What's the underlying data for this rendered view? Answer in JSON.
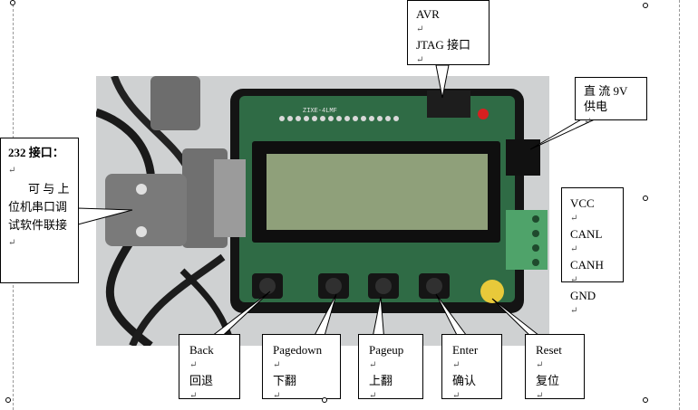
{
  "callouts": {
    "avr": {
      "line1": "AVR",
      "line2": "JTAG 接口"
    },
    "power": {
      "line1": "直 流  9V",
      "line2": "供电"
    },
    "port232": {
      "title": "232 接口：",
      "line2": "可 与 上",
      "line3": "位机串口调",
      "line4": "试软件联接"
    },
    "can": {
      "line1": "VCC",
      "line2": "CANL",
      "line3": "CANH",
      "line4": "GND"
    },
    "back": {
      "line1": "Back",
      "line2": "回退"
    },
    "pagedown": {
      "line1": "Pagedown",
      "line2": "下翻"
    },
    "pageup": {
      "line1": "Pageup",
      "line2": "上翻"
    },
    "enter": {
      "line1": "Enter",
      "line2": "确认"
    },
    "reset": {
      "line1": "Reset",
      "line2": "复位"
    }
  },
  "board": {
    "silkscreen": "ZIXE-4LMF"
  },
  "paragraph_mark": "↵",
  "colors": {
    "pcb": "#2f6b45",
    "lcd": "#8fa07a",
    "reset_button": "#e8c93a",
    "terminal_block": "#4fa36a",
    "led": "#d62020"
  }
}
